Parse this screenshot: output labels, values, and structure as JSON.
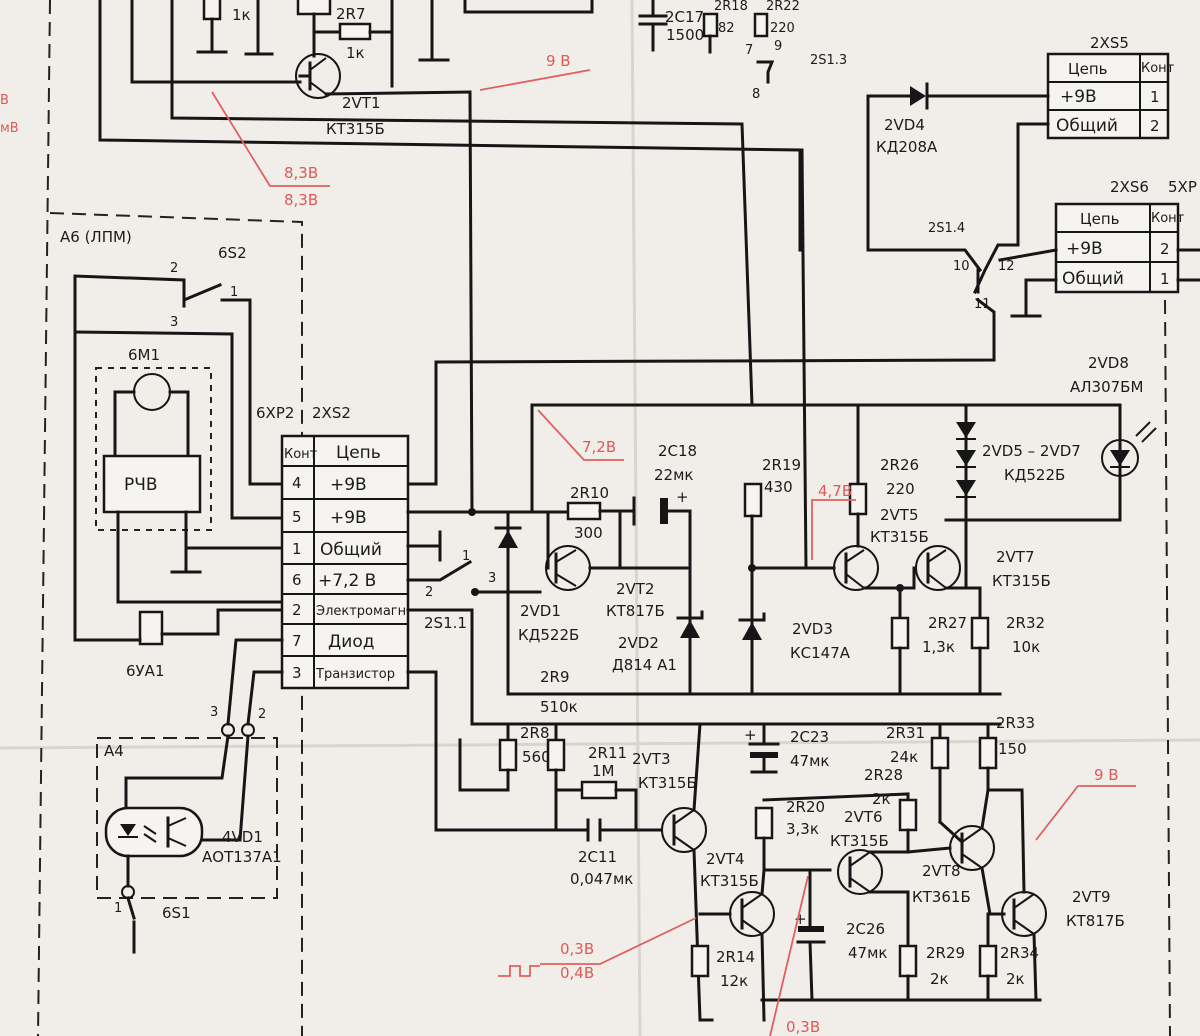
{
  "headers": {
    "blocks": {
      "a6": "А6 (ЛПМ)",
      "a4": "А4"
    },
    "connectors": {
      "xp2": "6ХР2",
      "xs2": "2ХS2",
      "xs5": "2ХS5",
      "xs6": "2ХS6",
      "xp5": "5ХР"
    },
    "table_cols": {
      "contact": "Конт",
      "circuit": "Цепь"
    }
  },
  "xs2_table": [
    {
      "pin": "4",
      "net": "+9В"
    },
    {
      "pin": "5",
      "net": "+9В"
    },
    {
      "pin": "1",
      "net": "Общий"
    },
    {
      "pin": "6",
      "net": "+7,2 В"
    },
    {
      "pin": "2",
      "net": "Электромагн"
    },
    {
      "pin": "7",
      "net": "Диод"
    },
    {
      "pin": "3",
      "net": "Транзистор"
    }
  ],
  "xs5_table": [
    {
      "pin": "1",
      "net": "+9В"
    },
    {
      "pin": "2",
      "net": "Общий"
    }
  ],
  "xs6_table": [
    {
      "pin": "2",
      "net": "+9В"
    },
    {
      "pin": "1",
      "net": "Общий"
    }
  ],
  "components": {
    "r_1k_top": "1к",
    "r7": "2R7",
    "r7_val": "1к",
    "vt1": "2VT1",
    "vt1_type": "КТ315Б",
    "c17": "2С17",
    "c17_val": "1500",
    "r18": "2R18",
    "r18_val": "82",
    "r22": "2R22",
    "r22_val": "220",
    "s13": "2S1.3",
    "vd4": "2VD4",
    "vd4_type": "КД208А",
    "s14": "2S1.4",
    "vd8": "2VD8",
    "vd8_type": "АЛ307БМ",
    "m1": "6М1",
    "rchv": "РЧВ",
    "s2": "6S2",
    "ya1": "6УА1",
    "vd1_4": "4VD1",
    "vd1_4_type": "АОТ137А1",
    "s1_6": "6S1",
    "r10": "2R10",
    "r10_val": "300",
    "vt2": "2VT2",
    "vt2_type": "КТ817Б",
    "vd1": "2VD1",
    "vd1_type": "КД522Б",
    "vd2": "2VD2",
    "vd2_type": "Д814 А1",
    "c18": "2С18",
    "c18_val": "22мк",
    "r19": "2R19",
    "r19_val": "430",
    "vd3": "2VD3",
    "vd3_type": "КС147А",
    "r26": "2R26",
    "r26_val": "220",
    "vt5": "2VT5",
    "vt5_type": "КТ315Б",
    "vd5_7": "2VD5 – 2VD7",
    "vd5_7_type": "КД522Б",
    "vt7": "2VT7",
    "vt7_type": "КТ315Б",
    "r27": "2R27",
    "r27_val": "1,3к",
    "r32": "2R32",
    "r32_val": "10к",
    "s11": "2S1.1",
    "r9": "2R9",
    "r9_val": "510к",
    "r8": "2R8",
    "r8_val": "560",
    "r11": "2R11",
    "r11_val": "1М",
    "vt3": "2VT3",
    "vt3_type": "КТ315Б",
    "c11": "2С11",
    "c11_val": "0,047мк",
    "c23": "2С23",
    "c23_val": "47мк",
    "r31": "2R31",
    "r31_val": "24к",
    "r33": "2R33",
    "r33_val": "150",
    "r28": "2R28",
    "r28_val": "2к",
    "r20": "2R20",
    "r20_val": "3,3к",
    "vt6": "2VT6",
    "vt6_type": "КТ315Б",
    "vt8": "2VT8",
    "vt8_type": "КТ361Б",
    "vt4": "2VT4",
    "vt4_type": "КТ315Б",
    "c26": "2С26",
    "c26_val": "47мк",
    "vt9": "2VT9",
    "vt9_type": "КТ817Б",
    "r14": "2R14",
    "r14_val": "12к",
    "r29": "2R29",
    "r29_val": "2к",
    "r34": "2R34",
    "r34_val": "2к"
  },
  "pins": {
    "s13_7": "7",
    "s13_9": "9",
    "s13_8": "8",
    "s14_10": "10",
    "s14_11": "11",
    "s14_12": "12",
    "s2_1": "1",
    "s2_2": "2",
    "s2_3": "3",
    "s11_1": "1",
    "s11_2": "2",
    "s11_3": "3",
    "a4_3": "3",
    "a4_2": "2",
    "s1_1": "1"
  },
  "annotations": {
    "v9_top": "9 В",
    "v83a": "8,3В",
    "v83b": "8,3В",
    "v72": "7,2В",
    "v47": "4,7В",
    "v9_right": "9 В",
    "v03a": "0,3В",
    "v04": "0,4В",
    "v03b": "0,3В",
    "v_edge": "В",
    "mv_edge": "мВ"
  },
  "colors": {
    "ink": "#161616",
    "annotation": "#de5a58",
    "paper": "#f1eeea"
  }
}
